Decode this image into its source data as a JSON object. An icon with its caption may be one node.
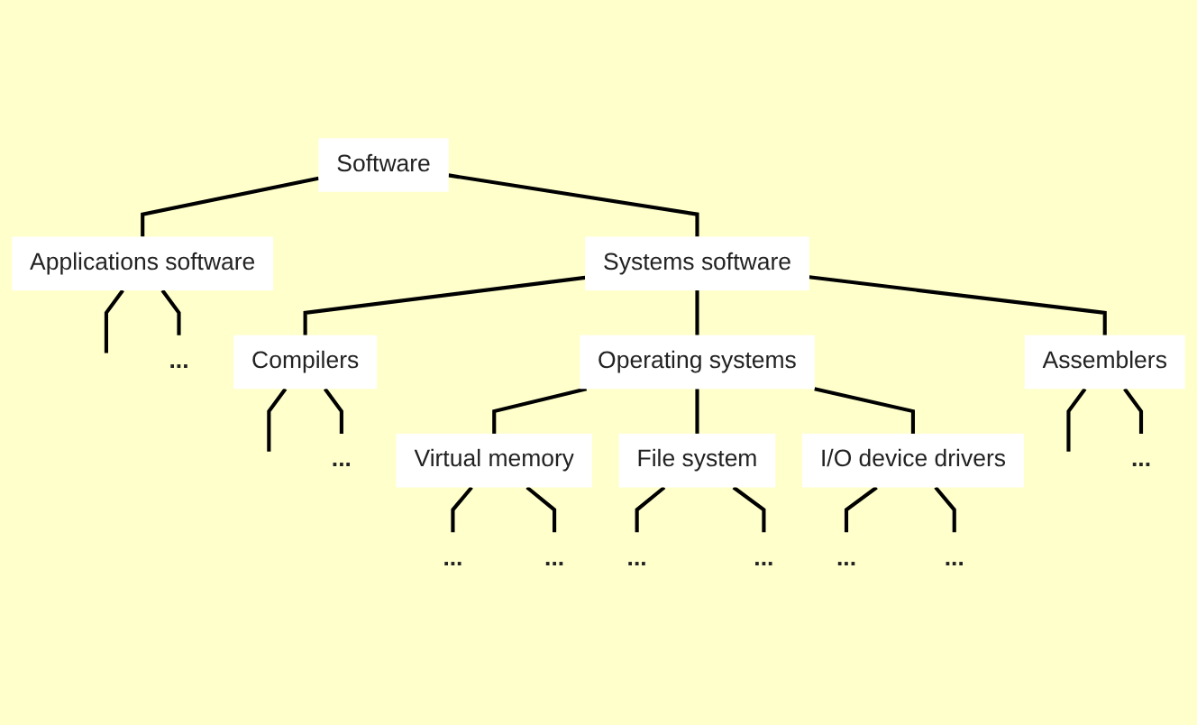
{
  "diagram": {
    "nodes": [
      {
        "text": [
          "Software"
        ]
      },
      {
        "text": [
          "Applications software"
        ]
      },
      {
        "text": [
          "Systems software"
        ]
      },
      {
        "text": [
          "..."
        ]
      },
      {
        "text": [
          "Compilers"
        ]
      },
      {
        "text": [
          "Operating systems"
        ]
      },
      {
        "text": [
          "Assemblers"
        ]
      },
      {
        "text": [
          "..."
        ]
      },
      {
        "text": [
          "Virtual memory"
        ]
      },
      {
        "text": [
          "File system"
        ]
      },
      {
        "text": [
          "I/O device drivers"
        ]
      },
      {
        "text": [
          "..."
        ]
      },
      {
        "text": [
          "..."
        ]
      },
      {
        "text": [
          "..."
        ]
      },
      {
        "text": [
          "..."
        ]
      },
      {
        "text": [
          "..."
        ]
      },
      {
        "text": [
          "..."
        ]
      },
      {
        "text": [
          "..."
        ]
      }
    ],
    "edges": [
      {
        "from": 0,
        "to": 1,
        "arrow": "none"
      },
      {
        "from": 0,
        "to": 2,
        "arrow": "none"
      },
      {
        "from": 1,
        "to": null,
        "arrow": "none"
      },
      {
        "from": 1,
        "to": 3,
        "arrow": "none"
      },
      {
        "from": 2,
        "to": 4,
        "arrow": "none"
      },
      {
        "from": 2,
        "to": 5,
        "arrow": "none"
      },
      {
        "from": 2,
        "to": 6,
        "arrow": "none"
      },
      {
        "from": 4,
        "to": null,
        "arrow": "none"
      },
      {
        "from": 4,
        "to": 7,
        "arrow": "none"
      },
      {
        "from": 5,
        "to": 8,
        "arrow": "none"
      },
      {
        "from": 5,
        "to": 9,
        "arrow": "none"
      },
      {
        "from": 5,
        "to": 10,
        "arrow": "none"
      },
      {
        "from": 6,
        "to": null,
        "arrow": "none"
      },
      {
        "from": 6,
        "to": 11,
        "arrow": "none"
      },
      {
        "from": 8,
        "to": 12,
        "arrow": "none"
      },
      {
        "from": 8,
        "to": 13,
        "arrow": "none"
      },
      {
        "from": 9,
        "to": 14,
        "arrow": "none"
      },
      {
        "from": 9,
        "to": 15,
        "arrow": "none"
      },
      {
        "from": 10,
        "to": 16,
        "arrow": "none"
      },
      {
        "from": 10,
        "to": 17,
        "arrow": "none"
      }
    ]
  }
}
